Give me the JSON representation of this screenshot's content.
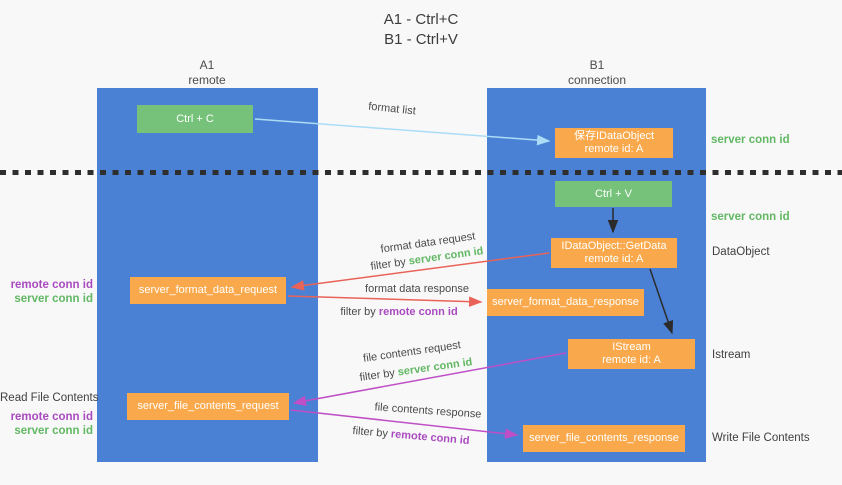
{
  "title": {
    "line1": "A1 - Ctrl+C",
    "line2": "B1 - Ctrl+V"
  },
  "columns": {
    "left": {
      "id": "A1",
      "name": "remote"
    },
    "right": {
      "id": "B1",
      "name": "connection"
    }
  },
  "nodes": {
    "ctrl_c": "Ctrl + C",
    "ctrl_v": "Ctrl + V",
    "save_idataobject": {
      "line1": "保存IDataObject",
      "line2": "remote id: A"
    },
    "getdata": {
      "line1": "IDataObject::GetData",
      "line2": "remote id: A"
    },
    "istream": {
      "line1": "IStream",
      "line2": "remote id: A"
    },
    "format_request": "server_format_data_request",
    "format_response": "server_format_data_response",
    "file_request": "server_file_contents_request",
    "file_response": "server_file_contents_response"
  },
  "arrow_labels": {
    "format_list": "format list",
    "format_data_request": "format data request",
    "format_data_response": "format data response",
    "file_contents_request": "file contents request",
    "file_contents_response": "file contents response",
    "filter_by": "filter by ",
    "server_conn_id": "server conn id",
    "remote_conn_id": "remote conn id"
  },
  "side_labels": {
    "right": {
      "server_conn_id_top": "server conn id",
      "server_conn_id_mid": "server conn id",
      "dataobject": "DataObject",
      "istream": "Istream",
      "write_file_contents": "Write File Contents"
    },
    "left": {
      "remote_conn_id_top": "remote conn id",
      "server_conn_id_top": "server conn id",
      "read_file_contents": "Read File Contents",
      "remote_conn_id_bottom": "remote conn id",
      "server_conn_id_bottom": "server conn id"
    }
  },
  "colors": {
    "lifeline_blue": "#4a81d4",
    "box_green": "#76c27a",
    "box_orange": "#f9a94b",
    "arrow_red": "#e96358",
    "arrow_magenta": "#bf4fc6",
    "arrow_lightblue": "#aadcf5",
    "arrow_black": "#2b2b2b",
    "text_green": "#62b864",
    "text_purple": "#a94bbf"
  }
}
